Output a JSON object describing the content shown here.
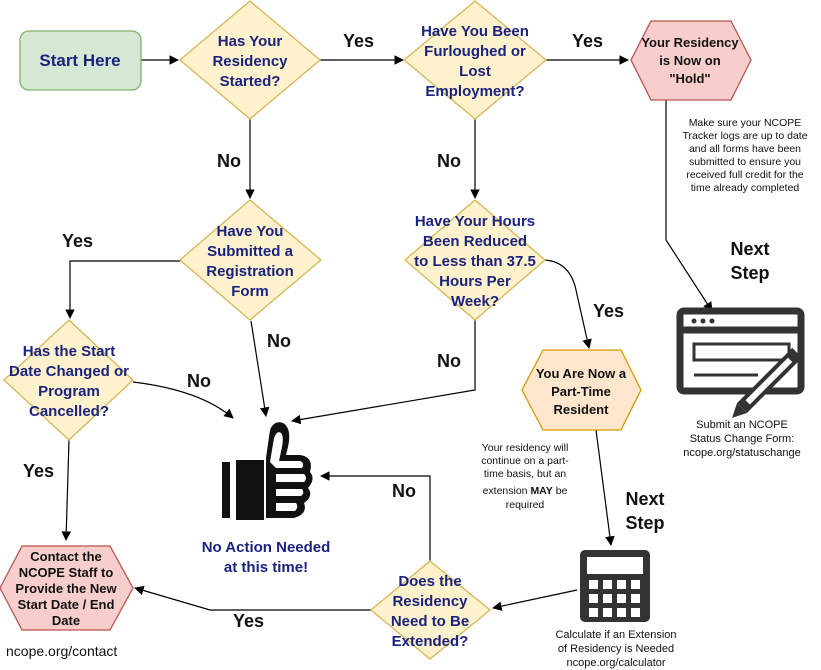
{
  "nodes": {
    "start": [
      "Start Here"
    ],
    "residency_started": [
      "Has Your",
      "Residency",
      "Started?"
    ],
    "furloughed": [
      "Have You Been",
      "Furloughed or",
      "Lost",
      "Employment?"
    ],
    "on_hold": [
      "Your Residency",
      "is Now on",
      "\"Hold\""
    ],
    "registration": [
      "Have You",
      "Submitted a",
      "Registration",
      "Form"
    ],
    "hours_reduced": [
      "Have Your Hours",
      "Been Reduced",
      "to Less than 37.5",
      "Hours Per",
      "Week?"
    ],
    "start_date_changed": [
      "Has the Start",
      "Date Changed or",
      "Program",
      "Cancelled?"
    ],
    "part_time": [
      "You Are Now a",
      "Part-Time",
      "Resident"
    ],
    "no_action": [
      "No Action Needed",
      "at this time!"
    ],
    "need_extended": [
      "Does the",
      "Residency",
      "Need to Be",
      "Extended?"
    ],
    "contact_staff": [
      "Contact the",
      "NCOPE Staff to",
      "Provide the New",
      "Start Date / End",
      "Date"
    ]
  },
  "edge_labels": {
    "yes_started": "Yes",
    "yes_furloughed": "Yes",
    "no_started": "No",
    "no_furloughed": "No",
    "yes_registration": "Yes",
    "no_registration": "No",
    "yes_hours": "Yes",
    "no_hours": "No",
    "no_start_date": "No",
    "yes_start_date": "Yes",
    "no_extended": "No",
    "yes_extended": "Yes"
  },
  "notes": {
    "tracker": [
      "Make sure your NCOPE",
      "Tracker logs are up to date",
      "and all forms have been",
      "submitted to ensure you",
      "received full credit for the",
      "time already completed"
    ],
    "part_time_note": {
      "line1": "Your residency will",
      "line2": "continue on a part-",
      "line3": "time basis, but an",
      "line4_pre": "extension ",
      "line4_bold": "MAY",
      "line4_post": " be",
      "line5": "required"
    },
    "status_change": [
      "Submit an NCOPE",
      "Status Change Form:",
      "ncope.org/statuschange"
    ],
    "calculator": [
      "Calculate if an Extension",
      "of Residency is Needed",
      "ncope.org/calculator"
    ]
  },
  "next_step_top": [
    "Next",
    "Step"
  ],
  "next_step_bottom": [
    "Next",
    "Step"
  ],
  "contact_url": "ncope.org/contact",
  "icons": [
    "thumbs-up-icon",
    "status-form-icon",
    "calculator-icon"
  ],
  "colors": {
    "start_fill": "#d5e8d4",
    "start_stroke": "#82b366",
    "decision_fill": "#fff2cc",
    "decision_stroke": "#d6b656",
    "result_fill": "#ffe6cc",
    "result_stroke": "#d79b00",
    "alert_fill": "#f8cecc",
    "alert_stroke": "#b85450",
    "text_navy": "#1a237e"
  }
}
